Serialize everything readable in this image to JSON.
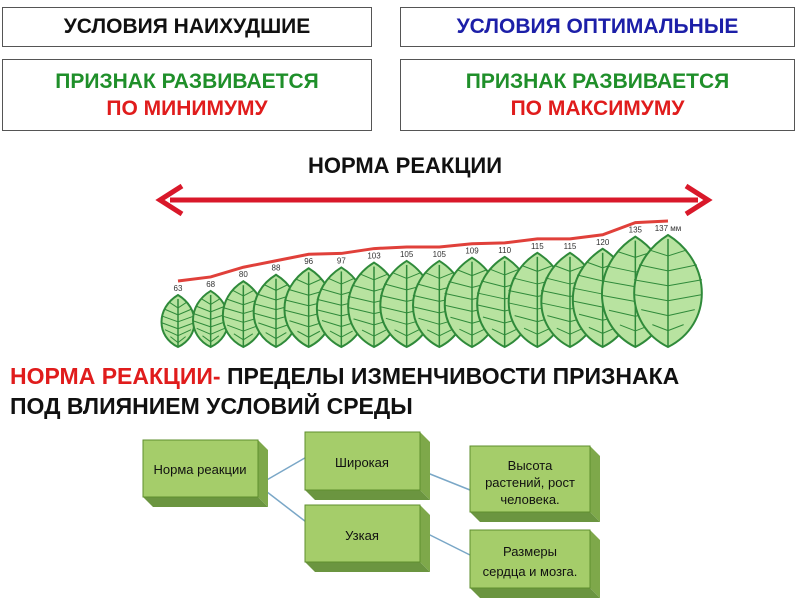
{
  "header": {
    "worst": {
      "conditions": "УСЛОВИЯ НАИХУДШИЕ",
      "trait_line1": "ПРИЗНАК РАЗВИВАЕТСЯ",
      "trait_line2": "ПО  МИНИМУМУ"
    },
    "optimal": {
      "conditions": "УСЛОВИЯ ОПТИМАЛЬНЫЕ",
      "trait_line1": "ПРИЗНАК РАЗВИВАЕТСЯ",
      "trait_line2": "ПО МАКСИМУМУ"
    }
  },
  "norm_title": "НОРМА РЕАКЦИИ",
  "leaves": {
    "values": [
      "63",
      "68",
      "80",
      "88",
      "96",
      "97",
      "103",
      "105",
      "105",
      "109",
      "110",
      "115",
      "115",
      "120",
      "135",
      "137"
    ],
    "unit": "мм"
  },
  "definition": {
    "term": "НОРМА РЕАКЦИИ-",
    "rest_line1": " ПРЕДЕЛЫ ИЗМЕНЧИВОСТИ ПРИЗНАКА",
    "line2": "ПОД ВЛИЯНИЕМ УСЛОВИЙ СРЕДЫ"
  },
  "diagram": {
    "root": "Норма реакции",
    "wide": "Широкая",
    "narrow": "Узкая",
    "wide_example": [
      "Высота",
      "растений, рост",
      "человека."
    ],
    "narrow_example": [
      "Размеры",
      "сердца и мозга."
    ]
  },
  "colors": {
    "arrow": "#d9182a",
    "leaf_light": "#b8e3a0",
    "leaf_dark": "#2f8a3a",
    "box_fill": "#a5cd6a",
    "box_edge": "#5f8f2e"
  }
}
